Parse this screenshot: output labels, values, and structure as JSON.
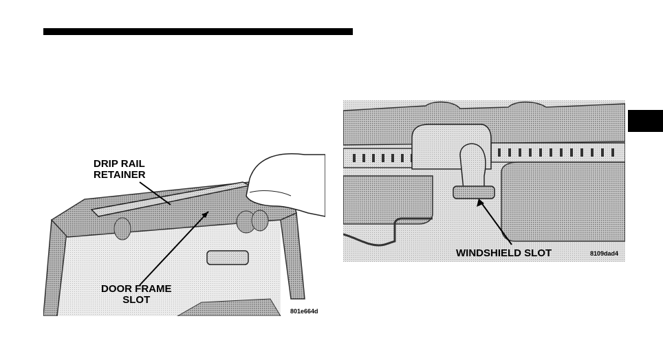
{
  "left_figure": {
    "callouts": {
      "drip_rail_retainer": "DRIP RAIL\nRETAINER",
      "door_frame_slot": "DOOR FRAME\nSLOT"
    },
    "code": "801e664d"
  },
  "right_figure": {
    "callouts": {
      "windshield_slot": "WINDSHIELD SLOT"
    },
    "code": "8109dad4"
  }
}
